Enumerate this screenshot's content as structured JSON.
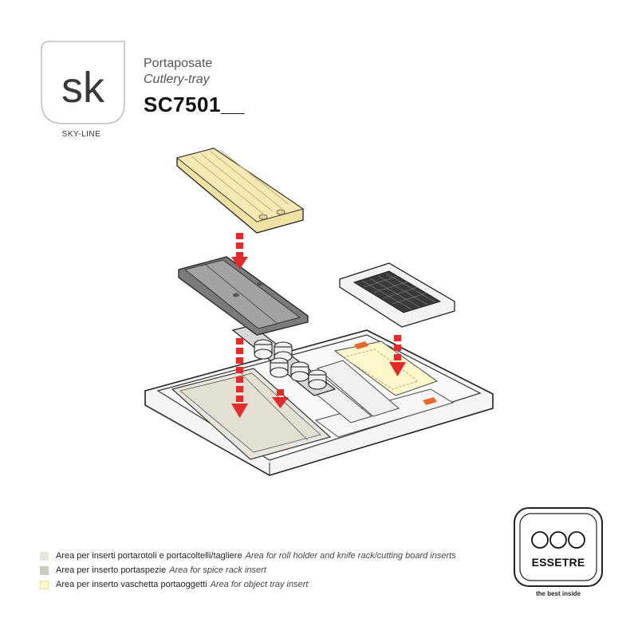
{
  "brand": {
    "logo_letters": "sk",
    "line_name": "SKY-LINE"
  },
  "product": {
    "name_it": "Portaposate",
    "name_en": "Cutlery-tray",
    "code": "SC7501__"
  },
  "legend": [
    {
      "text_it": "Area per inserti portarotoli e portacoltelli/tagliere",
      "text_en": "Area for roll holder and knife rack/cutting board inserts",
      "color": "#e8e6dc"
    },
    {
      "text_it": "Area per inserto portaspezie",
      "text_en": "Area for spice rack insert",
      "color": "#cdcbbd"
    },
    {
      "text_it": "Area per inserto vaschetta portaoggetti",
      "text_en": "Area for object tray insert",
      "color": "#fdf7cc"
    }
  ],
  "manufacturer": {
    "name": "ESSETRE",
    "tagline": "the best inside"
  },
  "colors": {
    "arrow_red": "#e32b2b",
    "board_yellow": "#f1e2a4",
    "tray_outline": "#222222",
    "knife_rack_grey": "#8e8e8e",
    "orange_clip": "#e8692e"
  }
}
